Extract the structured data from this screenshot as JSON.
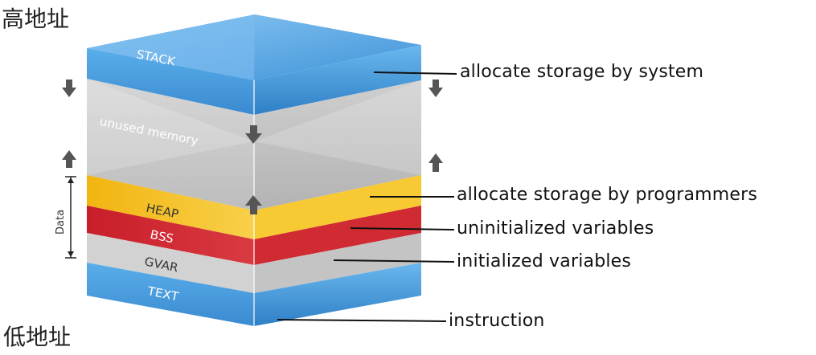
{
  "address_labels": {
    "high": "高地址",
    "low": "低地址"
  },
  "segments": {
    "stack": "STACK",
    "unused": "unused memory",
    "heap": "HEAP",
    "bss": "BSS",
    "gvar": "GVAR",
    "text": "TEXT"
  },
  "data_bracket_label": "Data",
  "annotations": {
    "stack": "allocate storage by system",
    "heap": "allocate storage by programmers",
    "bss": "uninitialized variables",
    "gvar": "initialized variables",
    "text": "instruction"
  },
  "colors": {
    "stack_blue": "#4a9fe0",
    "unused_gray": "#c9c9c9",
    "heap_yellow": "#f6c21c",
    "bss_red": "#d3222e",
    "gvar_gray": "#cfcfcf",
    "text_blue": "#4a9fe0",
    "arrow_gray": "#555555"
  }
}
